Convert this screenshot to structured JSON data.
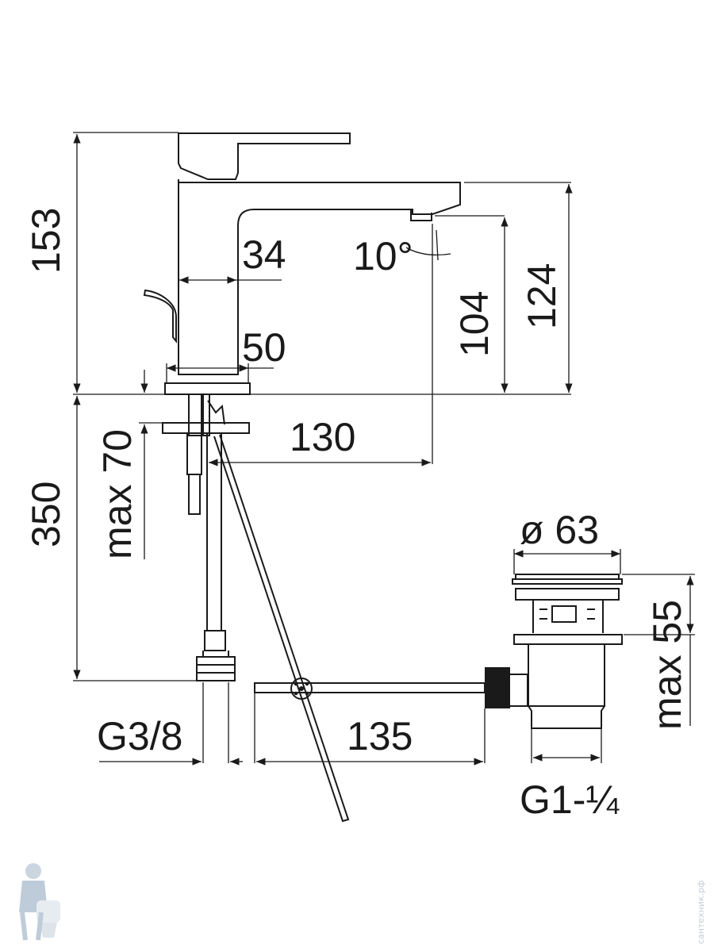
{
  "dimensions": {
    "height_total": "153",
    "spout_height": "124",
    "outlet_height": "104",
    "angle": "10°",
    "spout_width": "34",
    "base_width": "50",
    "reach": "130",
    "hose_length": "350",
    "max_thickness": "max 70",
    "drain_diameter": "ø 63",
    "drain_height": "max 55",
    "thread_hose": "G3/8",
    "rod_length": "135",
    "thread_drain": "G1-¼"
  },
  "watermark": {
    "text": "сантехник.рф",
    "mascot": "plumber-mascot"
  },
  "colors": {
    "line": "#1a1a1a",
    "watermark": "#c6cdd6"
  }
}
